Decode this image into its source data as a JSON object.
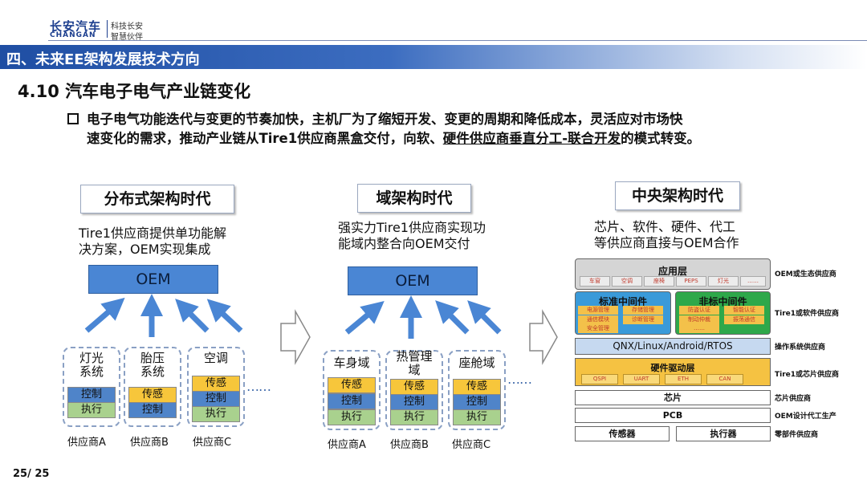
{
  "header": {
    "logo_cn": "长安汽车",
    "logo_en": "CHANGAN",
    "slogan_1": "科技长安",
    "slogan_2": "智慧伙伴"
  },
  "banner_title": "四、未来EE架构发展技术方向",
  "subtitle": "4.10 汽车电子电气产业链变化",
  "bullet": {
    "line1": "电子电气功能迭代与变更的节奏加快，主机厂为了缩短开发、变更的周期和降低成本，灵活应对市场快",
    "line2_a": "速变化的需求，推动产业链从Tire1供应商黑盒交付，向软、",
    "line2_b": "硬件供应商垂直分工-联合开发",
    "line2_c": "的模式转变。"
  },
  "eras": [
    {
      "title": "分布式架构时代",
      "desc_1": "Tire1供应商提供单功能解",
      "desc_2": "决方案，OEM实现集成",
      "oem": "OEM",
      "suppliers": [
        {
          "name_1": "灯光",
          "name_2": "系统",
          "layers": [
            "控制",
            "执行"
          ],
          "label": "供应商A"
        },
        {
          "name_1": "胎压",
          "name_2": "系统",
          "layers": [
            "传感",
            "控制"
          ],
          "label": "供应商B"
        },
        {
          "name_1": "空调",
          "name_2": "",
          "layers": [
            "传感",
            "控制",
            "执行"
          ],
          "label": "供应商C"
        }
      ]
    },
    {
      "title": "域架构时代",
      "desc_1": "强实力Tire1供应商实现功",
      "desc_2": "能域内整合向OEM交付",
      "oem": "OEM",
      "suppliers": [
        {
          "name_1": "车身域",
          "name_2": "",
          "layers": [
            "传感",
            "控制",
            "执行"
          ],
          "label": "供应商A"
        },
        {
          "name_1": "热管理",
          "name_2": "域",
          "layers": [
            "传感",
            "控制",
            "执行"
          ],
          "label": "供应商B"
        },
        {
          "name_1": "座舱域",
          "name_2": "",
          "layers": [
            "传感",
            "控制",
            "执行"
          ],
          "label": "供应商C"
        }
      ]
    },
    {
      "title": "中央架构时代",
      "desc_1": "芯片、软件、硬件、代工",
      "desc_2": "等供应商直接与OEM合作"
    }
  ],
  "central": {
    "app_layer": "应用层",
    "app_chips": [
      "车窗",
      "空调",
      "座椅",
      "PEPS",
      "灯光",
      "……"
    ],
    "std_mid": "标准中间件",
    "std_chips": [
      "电源管理",
      "存储管理",
      "通信模块",
      "诊断管理",
      "安全管理"
    ],
    "nonstd_mid": "非标中间件",
    "nonstd_chips": [
      "防盗认证",
      "智能认证",
      "制动仲裁",
      "振荡通信",
      "……"
    ],
    "os": "QNX/Linux/Android/RTOS",
    "driver": "硬件驱动层",
    "driver_chips": [
      "QSPI",
      "UART",
      "ETH",
      "CAN"
    ],
    "chip": "芯片",
    "pcb": "PCB",
    "sensor": "传感器",
    "actuator": "执行器",
    "right_labels": [
      "OEM或生态供应商",
      "Tire1或软件供应商",
      "操作系统供应商",
      "Tire1或芯片供应商",
      "芯片供应商",
      "OEM设计代工生产",
      "零部件供应商"
    ]
  },
  "ellipsis": "……",
  "page_number": "25/ 25",
  "colors": {
    "banner": "#1f4ea3",
    "oem": "#4a86d4",
    "sensor": "#f7c63b",
    "control": "#4f84c9",
    "execute": "#a9d18e",
    "app": "#c9c9c9",
    "std": "#3a9ad9",
    "nonstd": "#2ea84a",
    "driver": "#f5c242"
  }
}
